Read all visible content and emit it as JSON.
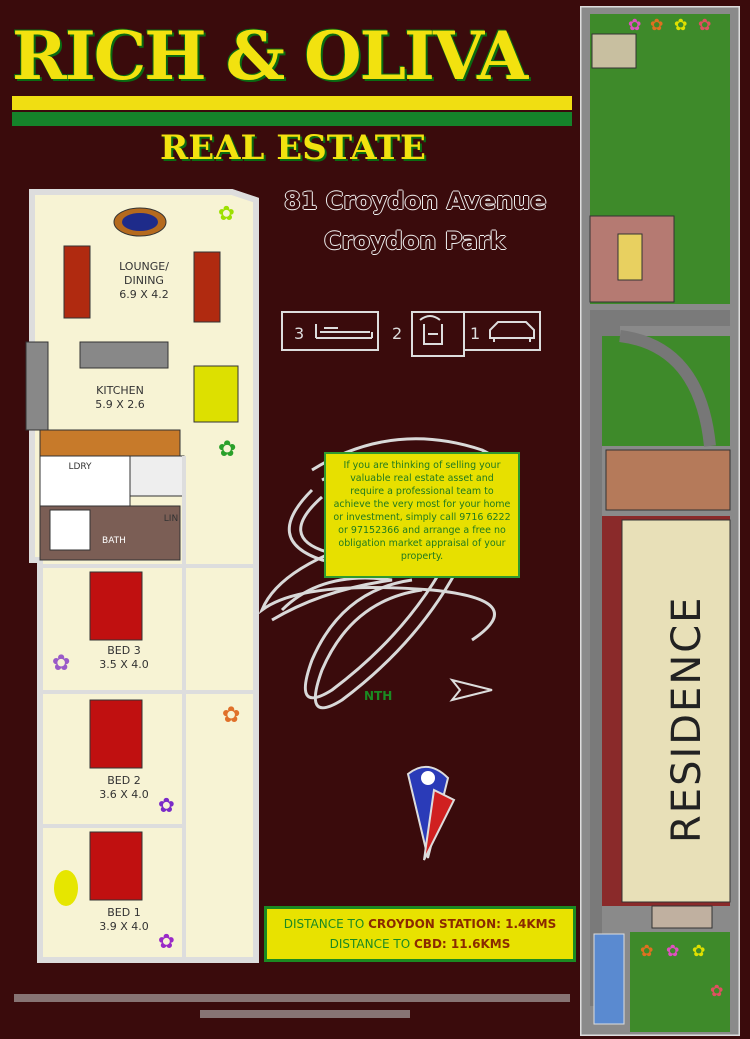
{
  "brand": {
    "name": "RICH & OLIVA",
    "subtitle": "REAL ESTATE",
    "colors": {
      "yellow": "#f0de12",
      "green": "#15832a",
      "maroon": "#3a0b0c"
    }
  },
  "property": {
    "address_line1": "81 Croydon Avenue",
    "address_line2": "Croydon Park",
    "features": [
      {
        "icon": "bed-icon",
        "count": "3"
      },
      {
        "icon": "bath-icon",
        "count": "2"
      },
      {
        "icon": "car-icon",
        "count": "1"
      }
    ]
  },
  "rooms": {
    "lounge": {
      "name": "LOUNGE/",
      "name2": "DINING",
      "size": "6.9 X 4.2"
    },
    "kitchen": {
      "name": "KITCHEN",
      "size": "5.9 X 2.6"
    },
    "laundry": "LDRY",
    "bath": "BATH",
    "lin": "LIN",
    "bed3": {
      "name": "BED 3",
      "size": "3.5 X 4.0"
    },
    "bed2": {
      "name": "BED 2",
      "size": "3.6 X 4.0"
    },
    "bed1": {
      "name": "BED 1",
      "size": "3.9 X 4.0"
    }
  },
  "north_label": "NTH",
  "info_box": {
    "text_before": "If you are thinking of selling your valuable real estate asset and require a professional team to achieve the very most for your home or investment, simply call ",
    "phone1": "9716 6222",
    "or": " or ",
    "phone2": "97152366",
    "text_after": " and arrange a free no obligation market appraisal of your property."
  },
  "distances": {
    "line1_label": "DISTANCE TO ",
    "line1_place": "CROYDON STATION:",
    "line1_value": " 1.4KMS",
    "line2_label": "DISTANCE TO ",
    "line2_place": "CBD:",
    "line2_value": " 11.6KMS"
  },
  "site": {
    "residence": "RESIDENCE"
  }
}
